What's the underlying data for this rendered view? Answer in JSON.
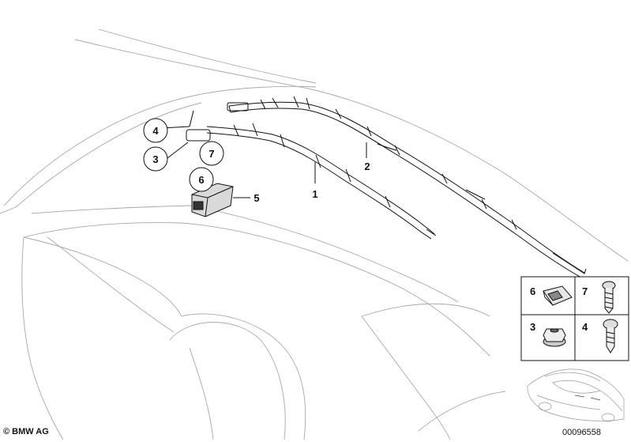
{
  "callouts": {
    "c4": "4",
    "c3": "3",
    "c7": "7",
    "c6": "6",
    "c5": "5",
    "c1": "1",
    "c2": "2"
  },
  "legend": {
    "cell_6": "6",
    "cell_7": "7",
    "cell_3": "3",
    "cell_4": "4"
  },
  "footer": {
    "copyright": "© BMW AG",
    "diagram_id": "00096558"
  }
}
